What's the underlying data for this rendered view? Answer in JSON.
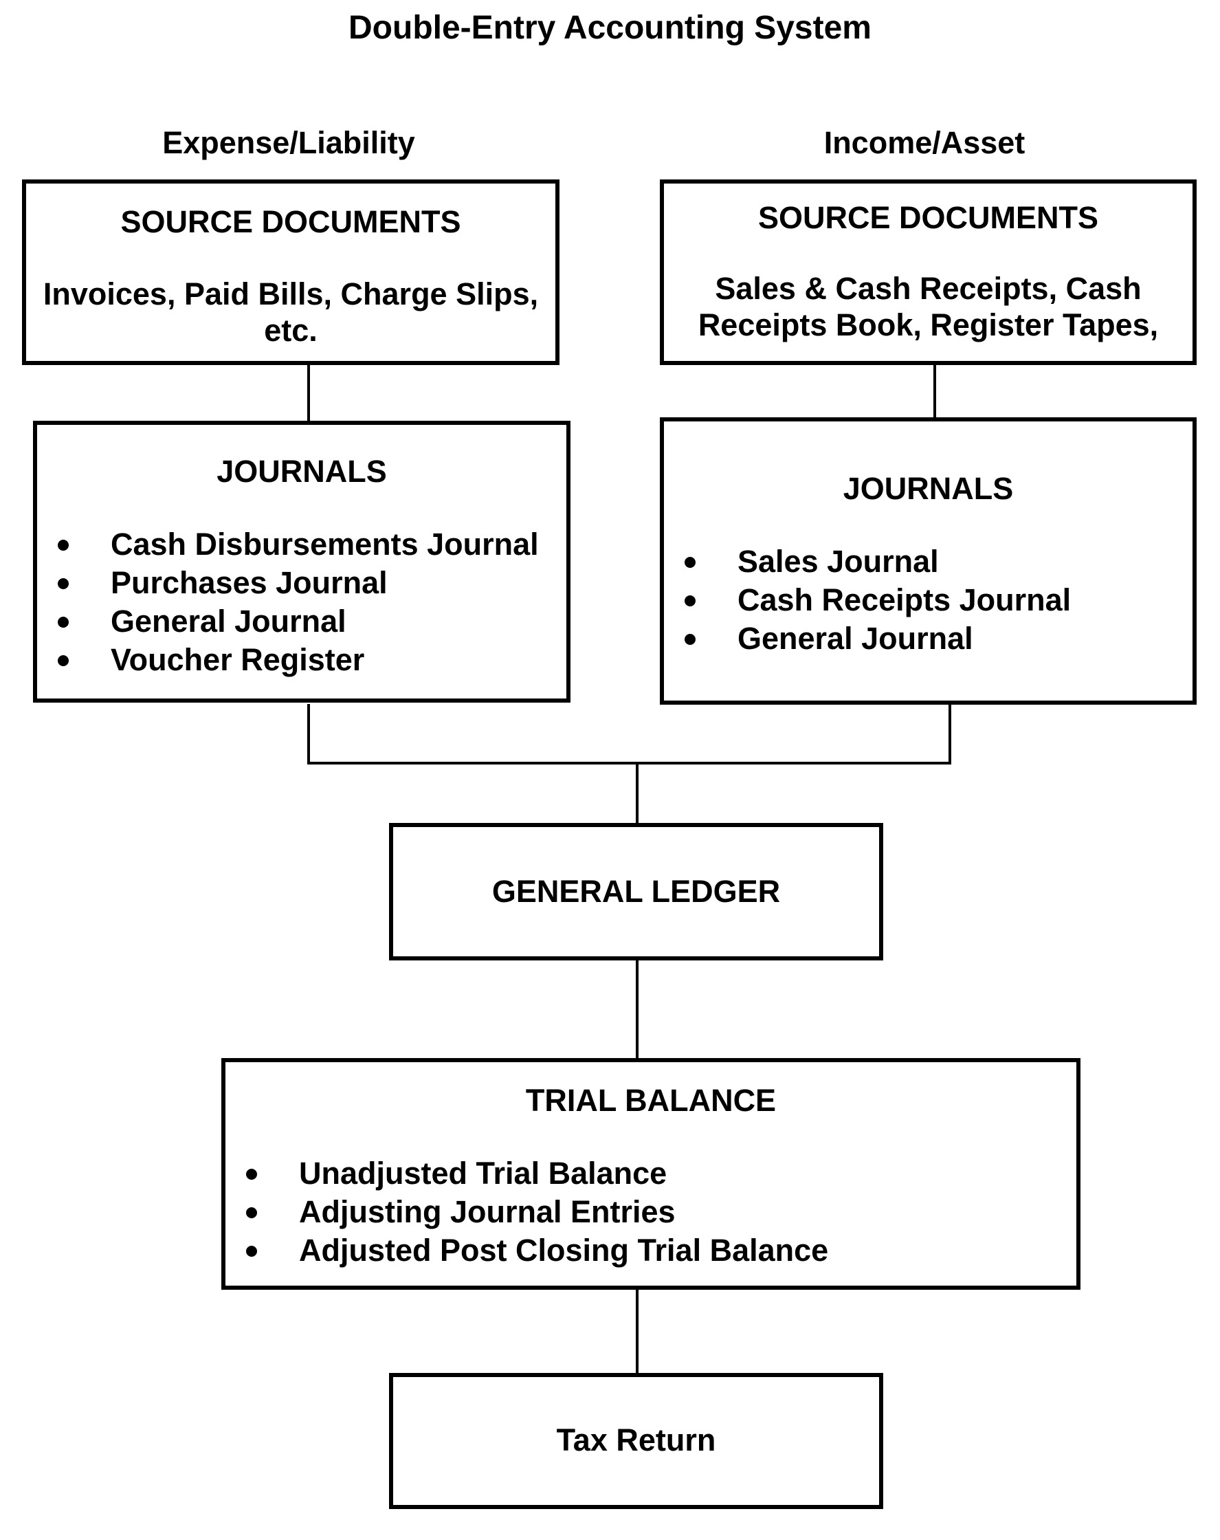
{
  "title": "Double-Entry Accounting System",
  "columns": {
    "left_header": "Expense/Liability",
    "right_header": "Income/Asset"
  },
  "left": {
    "source": {
      "heading": "SOURCE DOCUMENTS",
      "text": "Invoices, Paid Bills, Charge Slips, etc."
    },
    "journals": {
      "heading": "JOURNALS",
      "items": [
        "Cash Disbursements Journal",
        "Purchases Journal",
        "General Journal",
        "Voucher Register"
      ]
    }
  },
  "right": {
    "source": {
      "heading": "SOURCE DOCUMENTS",
      "text": "Sales & Cash Receipts, Cash Receipts Book, Register Tapes,"
    },
    "journals": {
      "heading": "JOURNALS",
      "items": [
        "Sales Journal",
        "Cash Receipts Journal",
        "General Journal"
      ]
    }
  },
  "ledger": {
    "heading": "GENERAL LEDGER"
  },
  "trial_balance": {
    "heading": "TRIAL BALANCE",
    "items": [
      "Unadjusted Trial Balance",
      "Adjusting Journal Entries",
      "Adjusted Post Closing Trial Balance"
    ]
  },
  "tax": {
    "heading": "Tax Return"
  }
}
